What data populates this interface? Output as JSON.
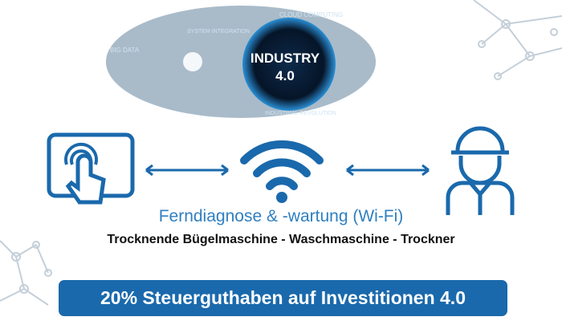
{
  "hero": {
    "title_line1": "INDUSTRY",
    "title_line2": "4.0",
    "labels": [
      "CLOUD COMPUTING",
      "SYSTEM INTEGRATION",
      "BIG DATA",
      "INDUSTRIAL REVOLUTION"
    ]
  },
  "icons": [
    "touch-screen-icon",
    "double-arrow-icon",
    "wifi-icon",
    "double-arrow-icon",
    "worker-icon"
  ],
  "subtitle": "Ferndiagnose & -wartung (Wi-Fi)",
  "machines": "Trocknende Bügelmaschine - Waschmaschine - Trockner",
  "banner": "20% Steuerguthaben auf Investitionen 4.0",
  "colors": {
    "accent": "#1a69ac",
    "subtitle": "#2f7fc1",
    "network": "#b9c7d3"
  }
}
